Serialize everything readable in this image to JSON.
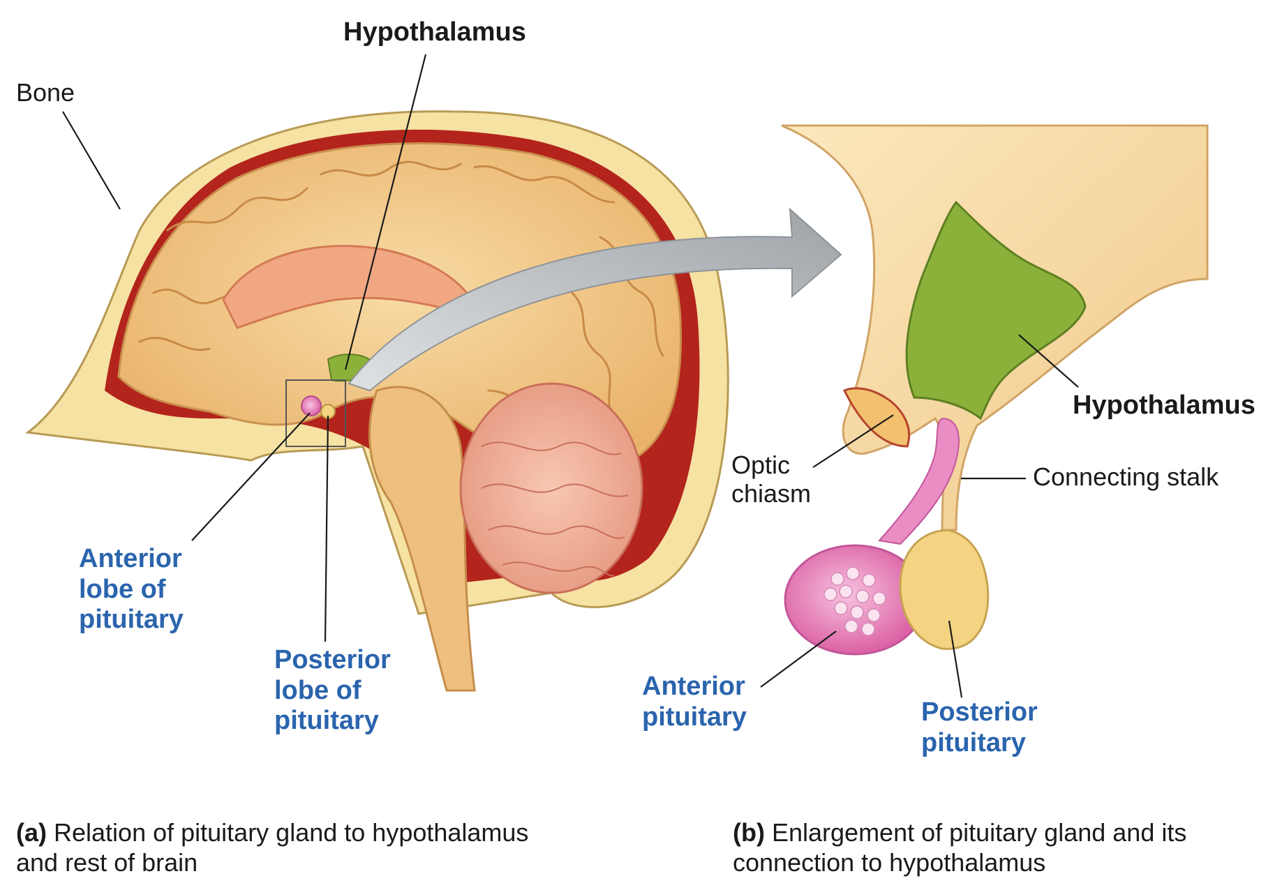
{
  "labels": {
    "bone": "Bone",
    "hypothalamus_a": "Hypothalamus",
    "anterior_lobe": "Anterior\nlobe of\npituitary",
    "posterior_lobe": "Posterior\nlobe of\npituitary",
    "hypothalamus_b": "Hypothalamus",
    "optic_chiasm": "Optic\nchiasm",
    "connecting_stalk": "Connecting stalk",
    "anterior_pituitary": "Anterior\npituitary",
    "posterior_pituitary": "Posterior\npituitary"
  },
  "captions": {
    "a_tag": "(a)",
    "a_text": "Relation of pituitary gland to hypothalamus\nand rest of brain",
    "b_tag": "(b)",
    "b_text": "Enlargement of pituitary gland and its\nconnection to hypothalamus"
  },
  "colors": {
    "brain": "#f2c98a",
    "bone": "#f6e2a2",
    "dura": "#b3241d",
    "hypothalamus": "#8bb13a",
    "anterior_pituitary": "#e58ac0",
    "label_blue": "#2a64ad",
    "arrow": "#a9adb1"
  }
}
